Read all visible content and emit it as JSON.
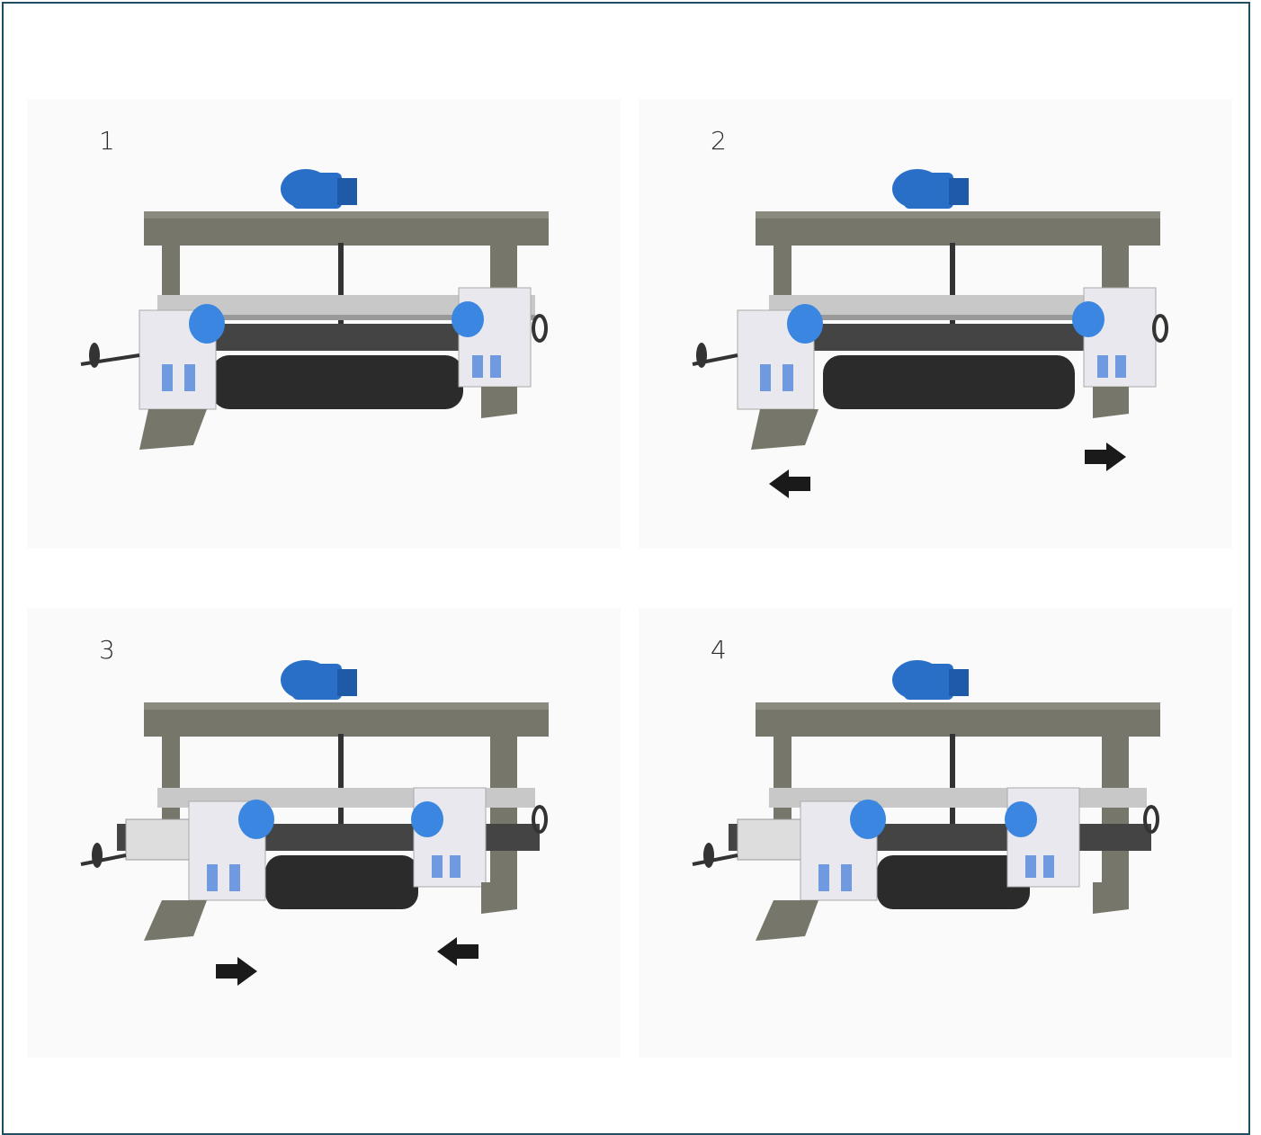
{
  "steps": [
    {
      "number": "1",
      "arrows": []
    },
    {
      "number": "2",
      "arrows": [
        "left",
        "right"
      ]
    },
    {
      "number": "3",
      "arrows": [
        "right",
        "left"
      ]
    },
    {
      "number": "4",
      "arrows": []
    }
  ],
  "colors": {
    "frame_border": "#1f4e63",
    "beam": "#7a7a6a",
    "motor": "#2a6fc7",
    "roller": "#2b2b2b",
    "arrow": "#1a1a1a"
  },
  "icons": {
    "arrow_left": "arrow-left-icon",
    "arrow_right": "arrow-right-icon",
    "machine": "roller-machine-illustration"
  }
}
